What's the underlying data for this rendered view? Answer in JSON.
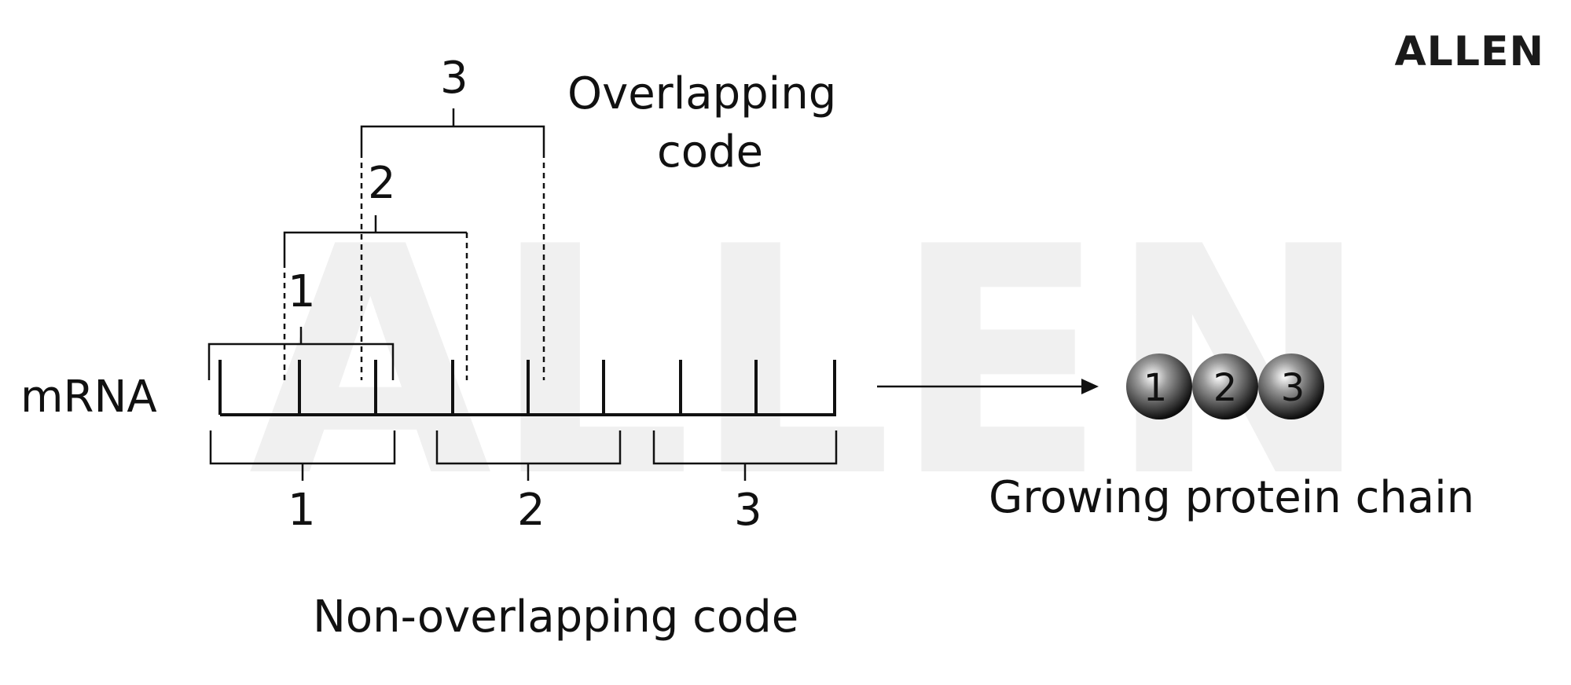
{
  "brand": {
    "logo_text": "ALLEN",
    "watermark_text": "ALLEN"
  },
  "labels": {
    "mrna": "mRNA",
    "overlapping": [
      "Overlapping",
      "code"
    ],
    "non_overlapping": "Non-overlapping code",
    "protein_chain": "Growing protein chain"
  },
  "overlapping_brackets": [
    "1",
    "2",
    "3"
  ],
  "non_overlapping_brackets": [
    "1",
    "2",
    "3"
  ],
  "protein_beads": [
    "1",
    "2",
    "3"
  ]
}
